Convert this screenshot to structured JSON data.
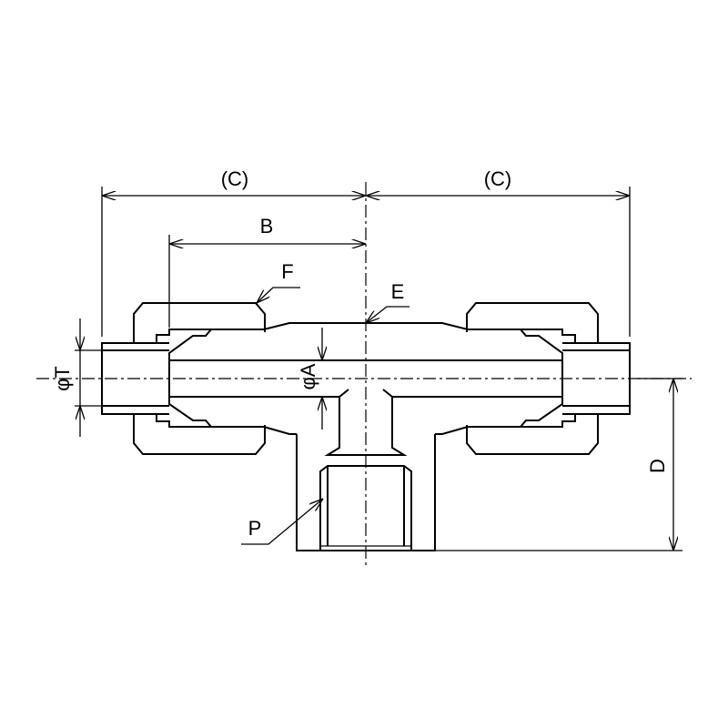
{
  "labels": {
    "c_left": "(C)",
    "c_right": "(C)",
    "b": "B",
    "f": "F",
    "e": "E",
    "phi_t": "φT",
    "phi_a": "φA",
    "d": "D",
    "p": "P"
  }
}
